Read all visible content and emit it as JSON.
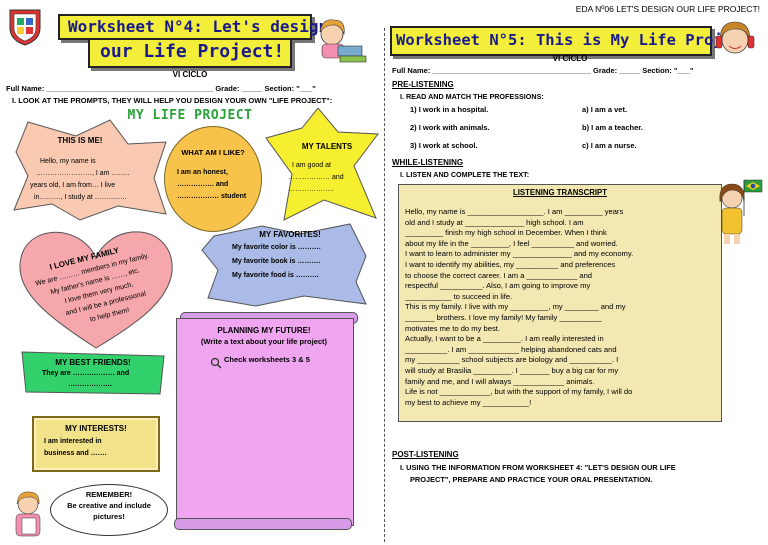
{
  "header_right": "EDA Nº06 LET'S DESIGN OUR LIFE PROJECT!",
  "left": {
    "title_line1": "Worksheet N°4: Let's design",
    "title_line2": "our Life Project!",
    "ciclo": "VI CICLO",
    "info": "Full Name: ________________________________________ Grade: _____ Section: \"___\"",
    "instruction": "I. LOOK AT THE PROMPTS, THEY WILL HELP YOU DESIGN YOUR OWN \"LIFE PROJECT\":",
    "banner": "MY LIFE PROJECT",
    "this_is_me": {
      "title": "THIS IS ME!",
      "l1": "Hello, my name is",
      "l2": "……………………, I am ……..",
      "l3": "years old, I am from… I live",
      "l4": "in………, I study at ………….."
    },
    "what_i_like": {
      "title": "WHAT AM I LIKE?",
      "l1": "I am an honest,",
      "l2": "……………. and",
      "l3": "……………… student"
    },
    "talents": {
      "title": "MY TALENTS",
      "l1": "I am good at",
      "l2": "……………… and",
      "l3": "……………….."
    },
    "family": {
      "title": "I LOVE MY FAMILY",
      "l1": "We are ……… members in my family.",
      "l2": "My father's name is ……, etc.",
      "l3": "I love them very much,",
      "l4": "and I will be a professional",
      "l5": "to help them!"
    },
    "favorites": {
      "title": "MY FAVORITES!",
      "l1": "My favorite color is ……….",
      "l2": "My favorite book is ……….",
      "l3": "My favorite food is ………."
    },
    "planning": {
      "title": "PLANNING MY FUTURE!",
      "sub": "(Write a text about your life project)",
      "check": "Check worksheets 3 & 5"
    },
    "friends": {
      "title": "MY BEST FRIENDS!",
      "l1": "They are ……………… and",
      "l2": "………………."
    },
    "interests": {
      "title": "MY INTERESTS!",
      "l1": "I am interested in",
      "l2": "business and ……."
    },
    "remember": {
      "l1": "REMEMBER!",
      "l2": "Be creative and include",
      "l3": "pictures!"
    }
  },
  "right": {
    "title": "Worksheet N°5: This is My Life Project",
    "ciclo": "VI CICLO",
    "info": "Full Name: ______________________________________ Grade: _____ Section: \"___\"",
    "pre": "PRE-LISTENING",
    "read_match": "I. READ AND MATCH THE PROFESSIONS:",
    "match_left": [
      "1) I work in a hospital.",
      "2) I work with animals.",
      "3) I work at school."
    ],
    "match_right": [
      "a) I am a vet.",
      "b) I am a teacher.",
      "c) I am a nurse."
    ],
    "while": "WHILE-LISTENING",
    "listen": "I. LISTEN AND COMPLETE THE TEXT:",
    "transcript_title": "LISTENING TRANSCRIPT",
    "transcript": [
      "Hello, my name is __________________. I am _________ years",
      "old and I study at ______________ high school. I am",
      "_________ finish my high school in December. When I think",
      "about my life in the _________, I feel __________ and worried.",
      "I want to learn to administer my ______________ and my economy.",
      "I want to identify my abilities, my __________ and preferences",
      "to choose the correct career. I am a ____________ and",
      "respectful __________. Also, I am going to improve my",
      "___________ to succeed in life.",
      "This is my family. I live with my _________, my ________ and my",
      "_______ brothers. I love my family! My family __________",
      "motivates me to do my best.",
      "Actually, I want to be a _________. I am really interested in",
      "__________. I am ____________ helping abandoned cats and",
      "my __________ school subjects are biology and __________. I",
      "will study at Brasilia _________. I _______ buy a big car for my",
      "family and me, and I will always ____________ animals.",
      "Life is not ____________, but with the support of my family, I will do",
      "my best to achieve my ___________!"
    ],
    "post": "POST-LISTENING",
    "post_instr_l1": "I. USING THE INFORMATION FROM WORKSHEET 4: \"LET'S DESIGN OUR LIFE",
    "post_instr_l2": "PROJECT\", PREPARE AND PRACTICE YOUR ORAL PRESENTATION."
  }
}
